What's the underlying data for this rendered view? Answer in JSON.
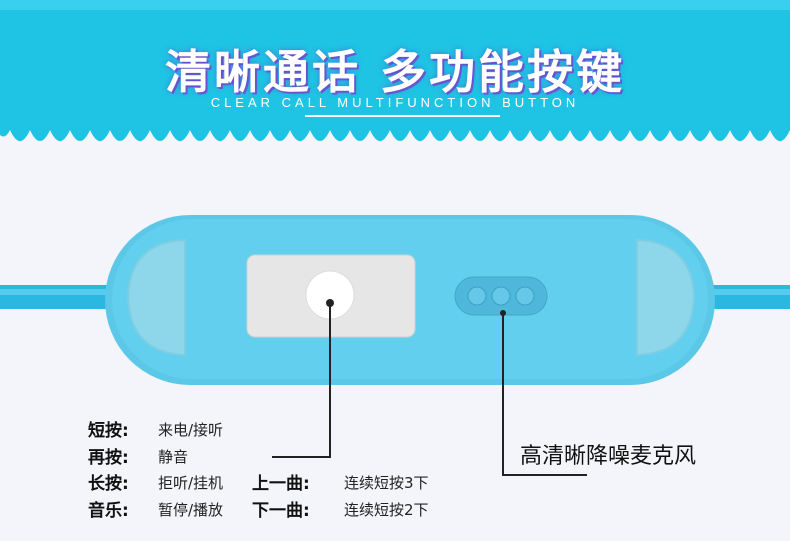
{
  "header": {
    "title": "清晰通话 多功能按键",
    "subtitle": "CLEAR CALL MULTIFUNCTION BUTTON"
  },
  "colors": {
    "banner": "#1fc4e4",
    "device_body": "#5bc8e8",
    "button_panel": "#e6e6e6",
    "background": "#f4f5fa"
  },
  "functions": [
    {
      "label": "短按:",
      "value": "来电/接听"
    },
    {
      "label": "再按:",
      "value": "静音"
    },
    {
      "label": "长按:",
      "value": "拒听/挂机"
    },
    {
      "label": "音乐:",
      "value": "暂停/播放"
    }
  ],
  "tracks": [
    {
      "label": "上一曲:",
      "value": "连续短按3下"
    },
    {
      "label": "下一曲:",
      "value": "连续短按2下"
    }
  ],
  "microphone": {
    "label": "高清晰降噪麦克风"
  }
}
